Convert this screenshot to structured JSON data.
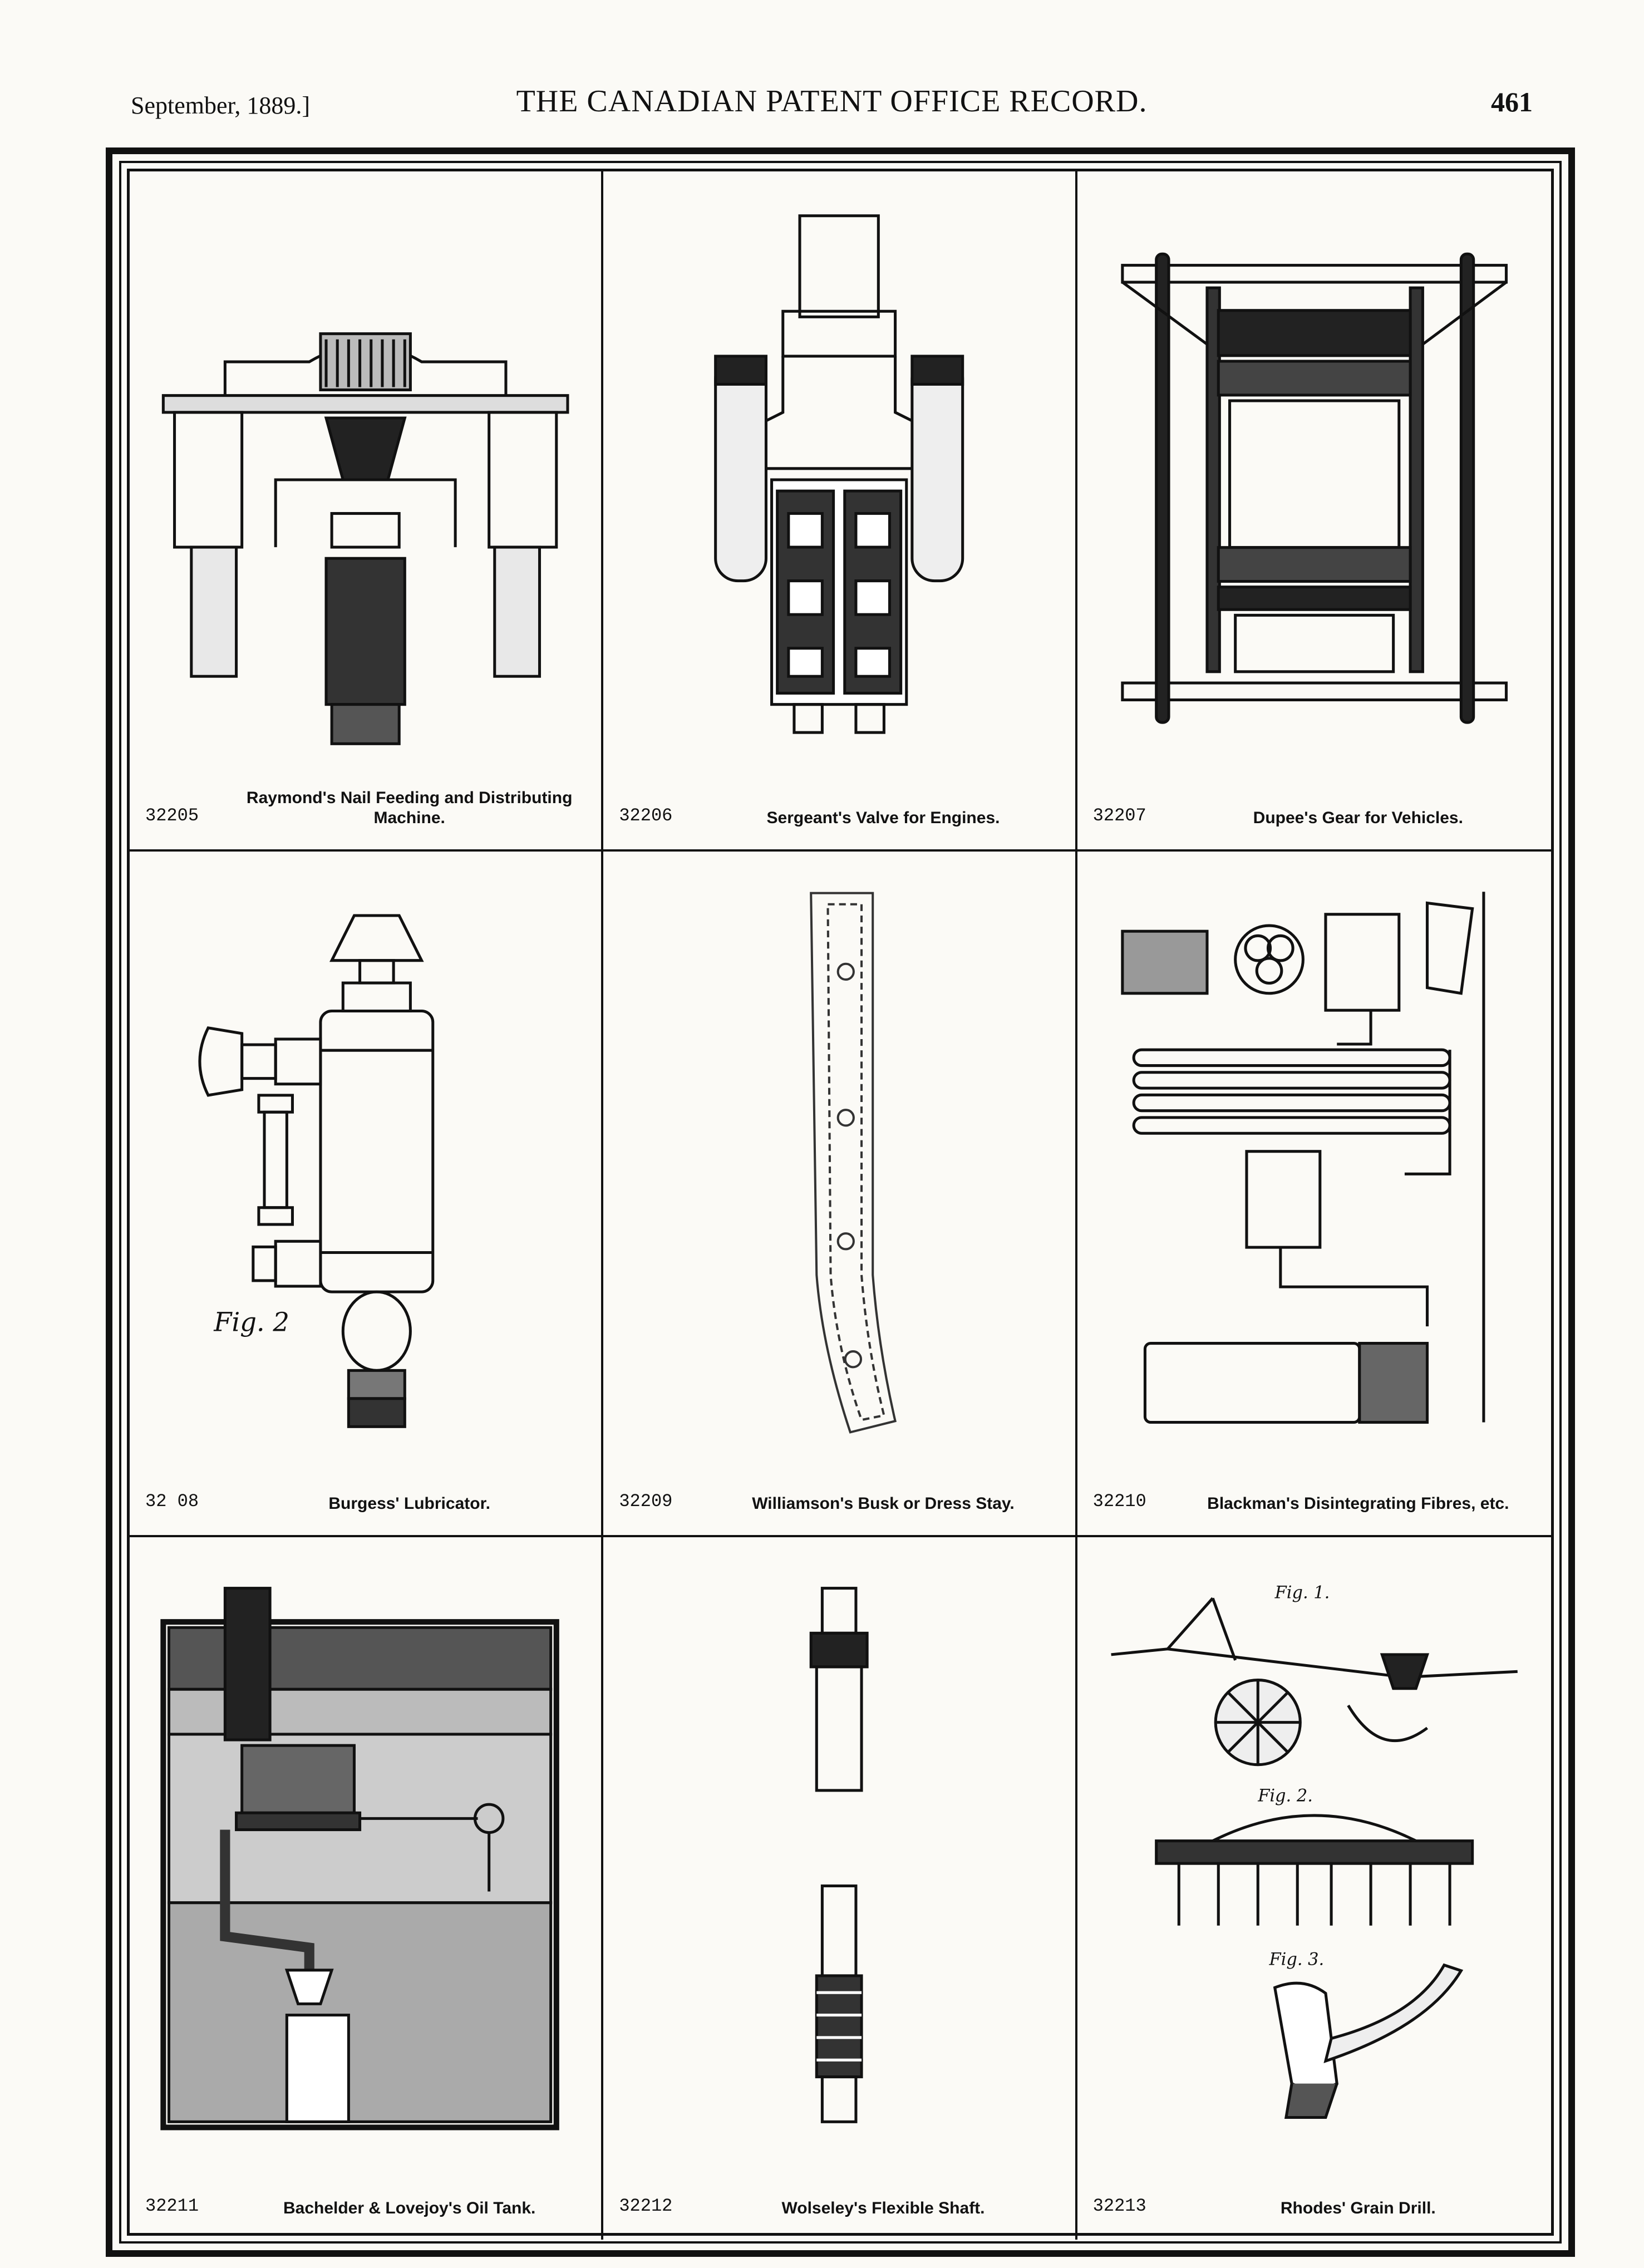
{
  "header": {
    "date": "September, 1889.]",
    "title": "THE CANADIAN PATENT OFFICE RECORD.",
    "page": "461"
  },
  "patents": [
    {
      "number": "32205",
      "title": "Raymond's Nail Feeding and Distributing Machine."
    },
    {
      "number": "32206",
      "title": "Sergeant's Valve for Engines."
    },
    {
      "number": "32207",
      "title": "Dupee's Gear for Vehicles."
    },
    {
      "number": "32 08",
      "title": "Burgess' Lubricator."
    },
    {
      "number": "32209",
      "title": "Williamson's Busk or Dress Stay."
    },
    {
      "number": "32210",
      "title": "Blackman's Disintegrating Fibres, etc."
    },
    {
      "number": "32211",
      "title": "Bachelder & Lovejoy's Oil Tank."
    },
    {
      "number": "32212",
      "title": "Wolseley's Flexible Shaft."
    },
    {
      "number": "32213",
      "title": "Rhodes' Grain Drill."
    }
  ],
  "figure_labels": {
    "lubricator_fig": "Fig. 2",
    "drill_fig1": "Fig. 1.",
    "drill_fig2": "Fig. 2.",
    "drill_fig3": "Fig. 3."
  }
}
